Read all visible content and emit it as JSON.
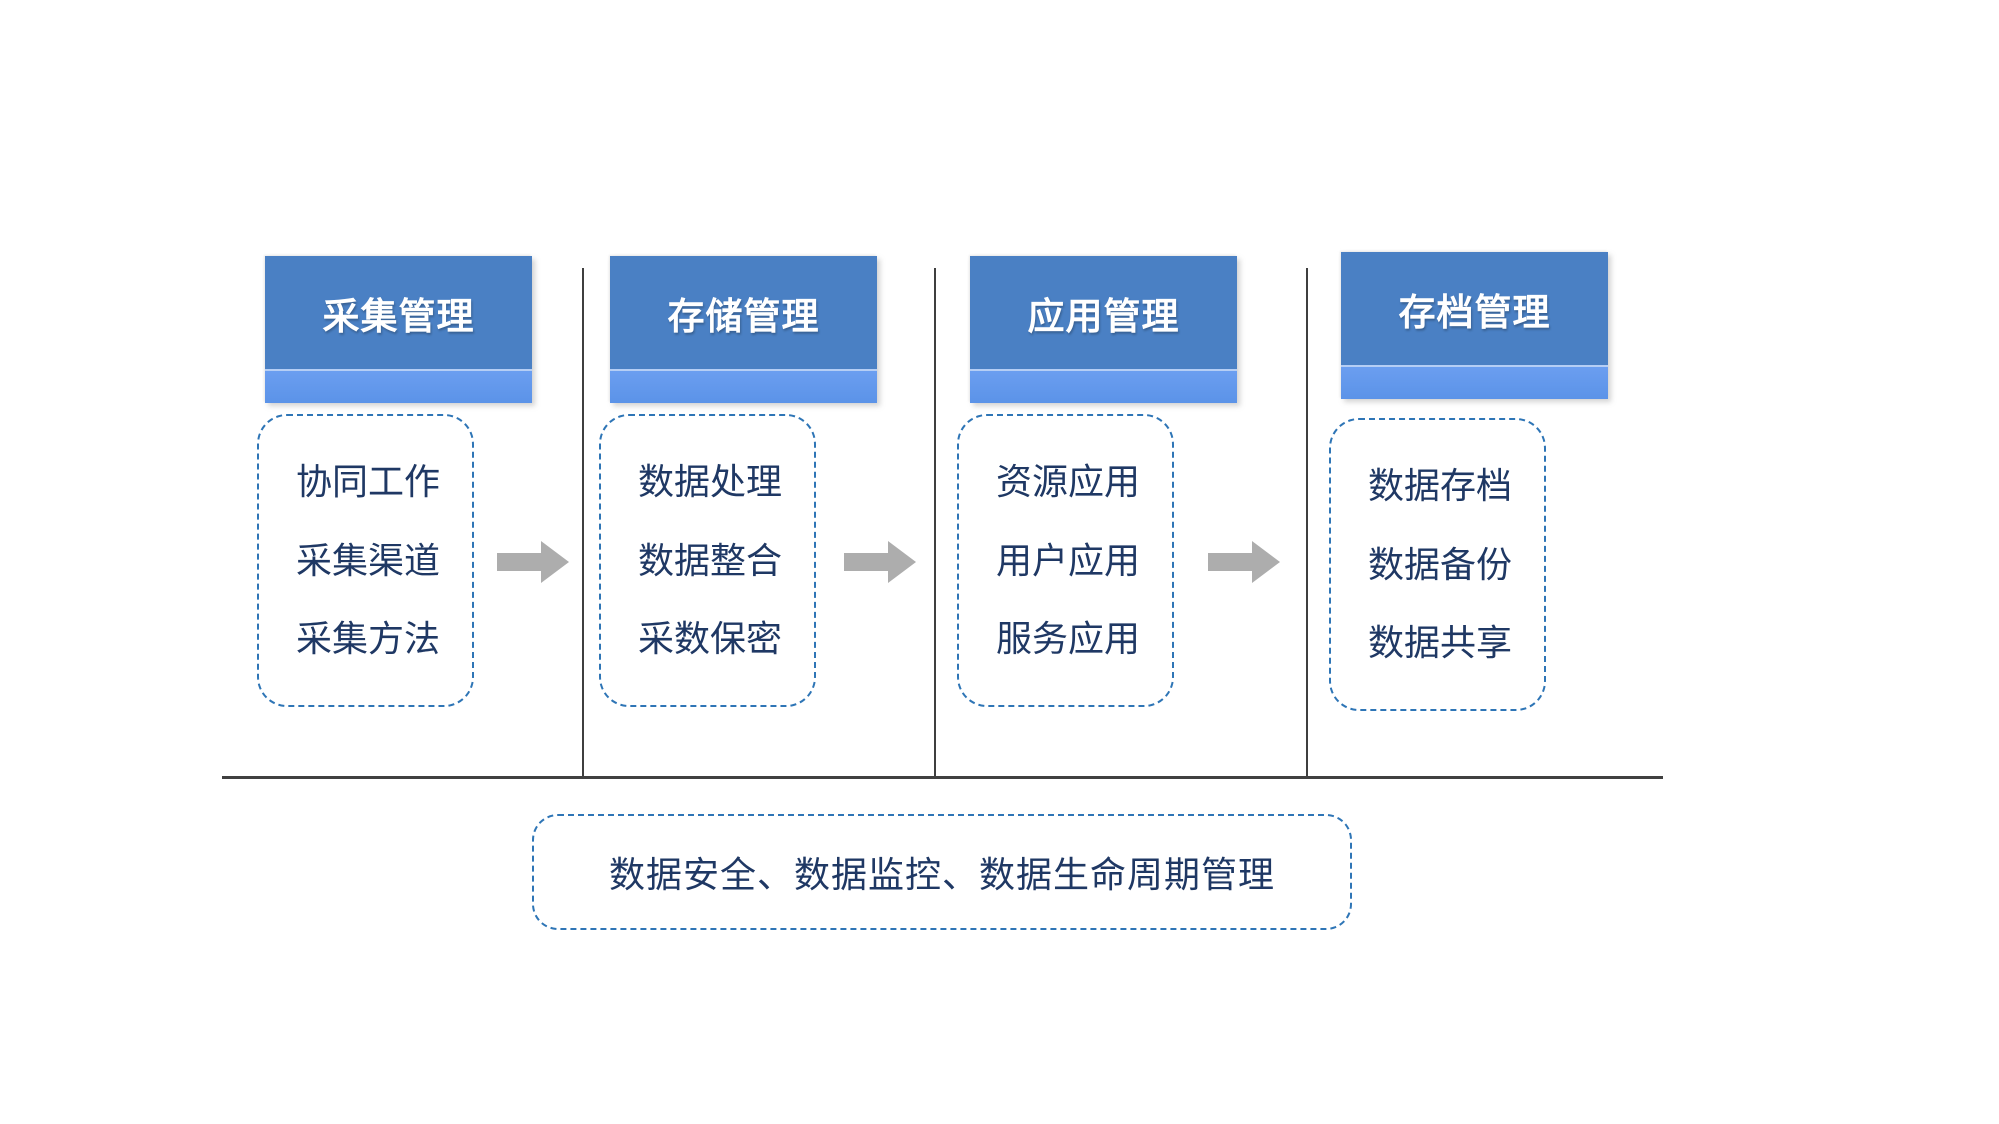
{
  "diagram": {
    "columns": [
      {
        "header": "采集管理",
        "items": [
          "协同工作",
          "采集渠道",
          "采集方法"
        ]
      },
      {
        "header": "存储管理",
        "items": [
          "数据处理",
          "数据整合",
          "采数保密"
        ]
      },
      {
        "header": "应用管理",
        "items": [
          "资源应用",
          "用户应用",
          "服务应用"
        ]
      },
      {
        "header": "存档管理",
        "items": [
          "数据存档",
          "数据备份",
          "数据共享"
        ]
      }
    ],
    "footer_label": "数据安全、数据监控、数据生命周期管理",
    "colors": {
      "header_fill": "#4a80c4",
      "header_strip_fill": "#5b93e8",
      "header_text": "#ffffff",
      "dashed_border": "#2e75b6",
      "item_text": "#1f3864",
      "arrow_fill": "#adadad",
      "divider_line": "#3f3f3f"
    }
  }
}
